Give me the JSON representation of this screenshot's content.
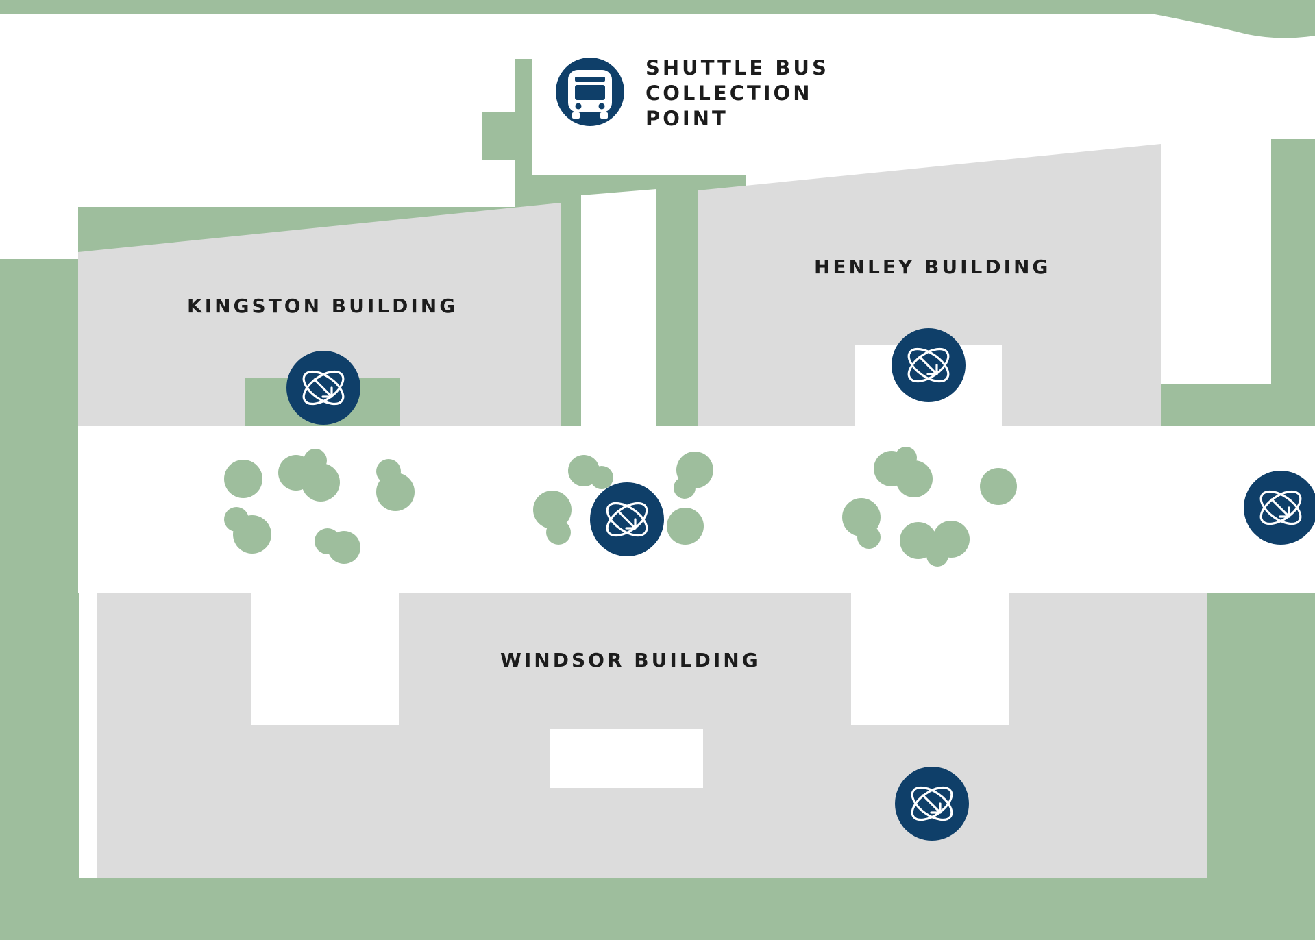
{
  "colors": {
    "green": "#9ebe9d",
    "building": "#dcdcdc",
    "path": "#ffffff",
    "marker": "#0f3f69",
    "marker_glyph": "#ffffff",
    "label": "#1c1c1c"
  },
  "shuttle": {
    "icon": "bus-icon",
    "label_line1": "SHUTTLE BUS",
    "label_line2": "COLLECTION",
    "label_line3": "POINT"
  },
  "buildings": {
    "kingston": {
      "name": "KINGSTON BUILDING"
    },
    "henley": {
      "name": "HENLEY BUILDING"
    },
    "windsor": {
      "name": "WINDSOR BUILDING"
    }
  },
  "markers": {
    "icon": "orbit-arrow-icon",
    "count": 5
  }
}
